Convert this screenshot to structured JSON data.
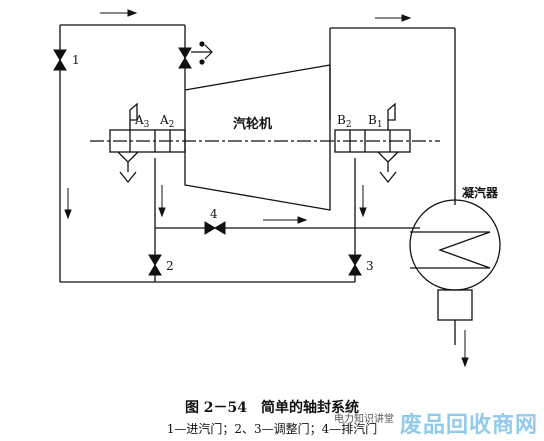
{
  "figure": {
    "title": "图 2－54　简单的轴封系统",
    "legend": "1—进汽门；2、3—调整门；4—排汽门"
  },
  "labels": {
    "valve_1": "1",
    "valve_2": "2",
    "valve_3": "3",
    "valve_4": "4",
    "turbine": "汽轮机",
    "condenser": "凝汽器",
    "seal_a3": "A",
    "seal_a3_sub": "3",
    "seal_a2": "A",
    "seal_a2_sub": "2",
    "seal_b2": "B",
    "seal_b2_sub": "2",
    "seal_b1": "B",
    "seal_b1_sub": "1"
  },
  "watermark": {
    "small": "电力知识讲堂",
    "big": "废品回收商网"
  }
}
